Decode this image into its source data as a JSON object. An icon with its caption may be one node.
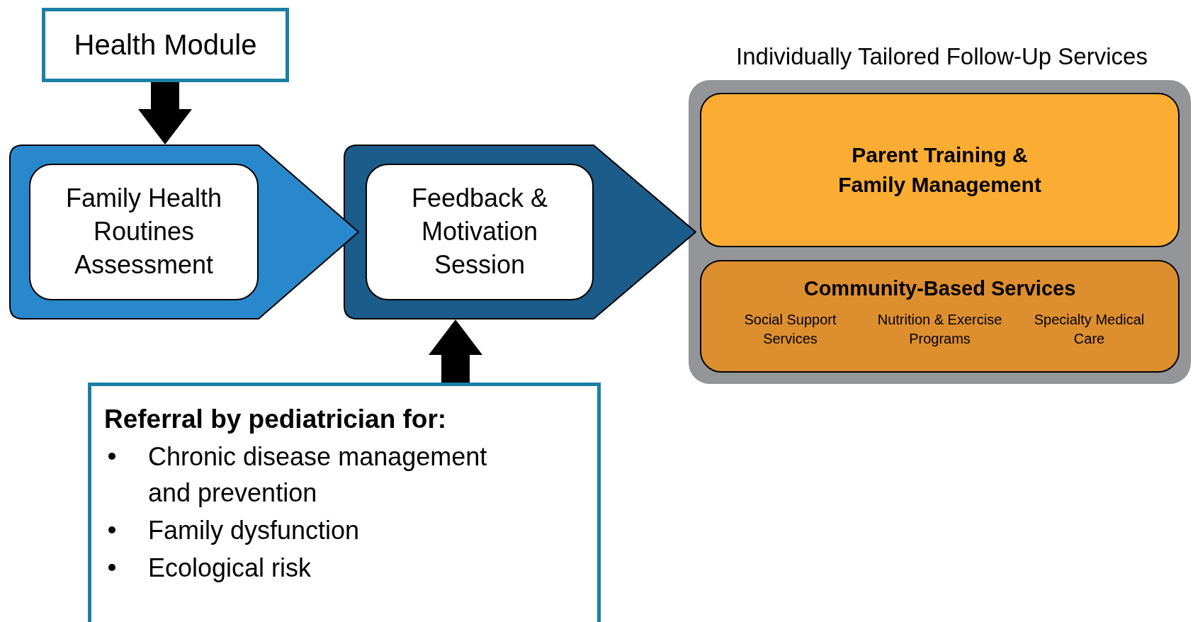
{
  "diagram": {
    "nodes": [
      {
        "text": [
          "Health Module"
        ]
      },
      {
        "text": [],
        "shape": "chevron"
      },
      {
        "text": [
          "Family Health Routines Assessment"
        ],
        "in": 1
      },
      {
        "text": [],
        "shape": "chevron"
      },
      {
        "text": [
          "Feedback & Motivation Session"
        ],
        "in": 3
      },
      {
        "text": [
          "Referral by pediatrician for:",
          "Chronic disease management and prevention",
          "Family dysfunction",
          "Ecological risk"
        ]
      },
      {
        "text": [
          "Individually Tailored Follow-Up Services"
        ]
      },
      {
        "text": [
          "Parent Training & Family Management"
        ],
        "in": 6
      },
      {
        "text": [
          "Community-Based Services",
          "Social Support Services",
          "Nutrition & Exercise Programs",
          "Specialty Medical Care"
        ],
        "in": 6
      }
    ],
    "edges": [
      {
        "from": 0,
        "to": 1,
        "arrow": "to"
      },
      {
        "from": 5,
        "to": 3,
        "arrow": "to"
      }
    ]
  }
}
